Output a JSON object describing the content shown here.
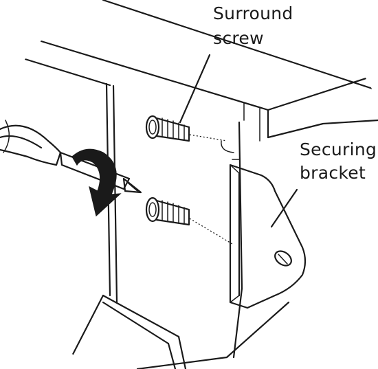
{
  "labels": {
    "surround_screw": [
      "Surround",
      "screw"
    ],
    "securing_bracket": [
      "Securing",
      "bracket"
    ]
  },
  "colors": {
    "line": "#1a1a1a",
    "background": "#ffffff",
    "arrow": "#1a1a1a"
  }
}
